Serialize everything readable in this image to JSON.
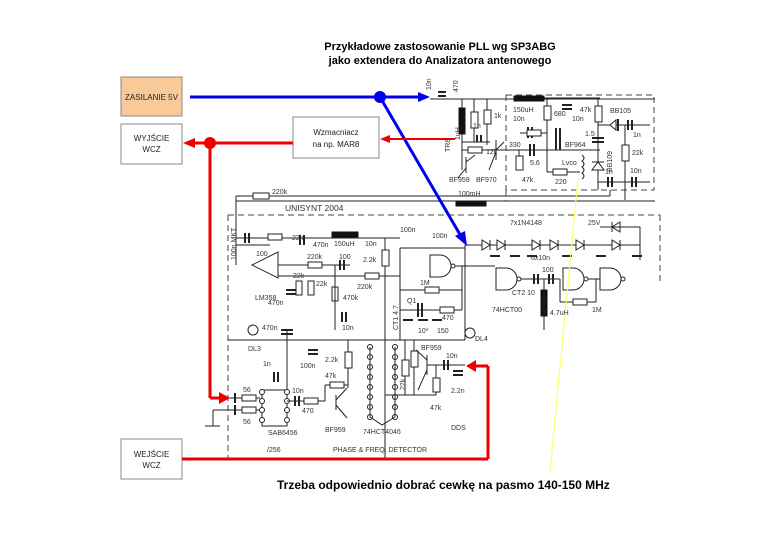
{
  "title": {
    "line1": "Przykładowe zastosowanie PLL wg SP3ABG",
    "line2": "jako extendera  do Analizatora antenowego"
  },
  "blocks": {
    "power": "ZASILANIE 5V",
    "output_line1": "WYJŚCIE",
    "output_line2": "WCZ",
    "amplifier_line1": "Wzmacniacz",
    "amplifier_line2": "na np. MAR8",
    "input_line1": "WEJŚCIE",
    "input_line2": "WCZ"
  },
  "note": "Trzeba odpowiednio dobrać cewkę na pasmo 140-150 MHz",
  "colors": {
    "power_box_fill": "#F9C99A",
    "blue_wire": "#0000EE",
    "red_wire": "#EE0000",
    "note_line": "#FFFF66"
  },
  "schematic": {
    "unisynt_label": "UNISYNT 2004",
    "phase_detector_label": "PHASE & FREQ. DETECTOR",
    "divider_label": "/256",
    "dds_label": "DDS",
    "oscillator": {
      "c_10n_in": "10n",
      "r_470_top": "470",
      "l_tr8": "TR8",
      "l_1uh": "1uH",
      "c_1n": "1n",
      "r_1k": "1k",
      "r_12k": "12k",
      "q_bf959": "BF959",
      "q_bf970": "BF970",
      "l_100mh": "100mH",
      "r_220k_top": "220k"
    },
    "vco": {
      "l_150uh": "150uH",
      "c_10n_a": "10n",
      "r_680": "680",
      "c_47k": "47k",
      "c_10n_b": "10n",
      "r_bb105_res": "",
      "d_bb105": "BB105",
      "c_1n_a": "1n",
      "r_330": "330",
      "c_5_6": "5.6",
      "q_bf964": "BF964",
      "c_1_5": "1.5",
      "r_22k": "22k",
      "r_47k": "47k",
      "l_vco": "Lvco",
      "r_220": "220",
      "d_bb109": "BB109",
      "c_1n_b": "1n",
      "c_10n_c": "10n"
    },
    "loop_filter": {
      "c_100n_mkt": "100n MKT",
      "r_22k_a": "22k",
      "c_100": "100",
      "l_150uh": "150uH",
      "c_470n_a": "470n",
      "c_10n_a": "10n",
      "r_220k_a": "220k",
      "c_100_b": "100",
      "r_2_2k": "2.2k",
      "r_22k_b": "22k",
      "r_22k_c": "22k",
      "r_470k": "470k",
      "r_220k_b": "220k",
      "c_470n_b": "470n",
      "c_10n_b": "10n",
      "opamp": "LM358",
      "c_470n_c": "470n",
      "dl3": "DL3"
    },
    "ref_osc": {
      "c_100n_a": "100n",
      "c_100n_b": "100n",
      "r_1m_a": "1M",
      "ct1": "CT1 4.7",
      "q1": "Q1",
      "r_470": "470",
      "c_10": "10*",
      "c_150": "150",
      "dl4": "DL4",
      "c_100n_c": "100n"
    },
    "multiplier": {
      "diodes": "7x1N4148",
      "caps": "6x10n",
      "zener": "25V",
      "ct2": "CT2 10",
      "c_100": "100",
      "r_1m": "1M",
      "l_4_7uh": "4.7uH",
      "ic": "74HCT00"
    },
    "prescaler": {
      "r_56_a": "56",
      "r_56_b": "56",
      "c_1n": "1n",
      "c_10n": "10n",
      "r_470": "470",
      "ic": "SAB6456",
      "r_47k": "47k",
      "r_2_2k": "2.2k",
      "q_bf959": "BF959",
      "ic_pd": "74HCT4046",
      "r_22k": "22k",
      "q_bf959_dds": "BF959",
      "c_10n_dds": "10n",
      "r_47k_dds": "47k",
      "c_2_2n": "2.2n"
    }
  }
}
